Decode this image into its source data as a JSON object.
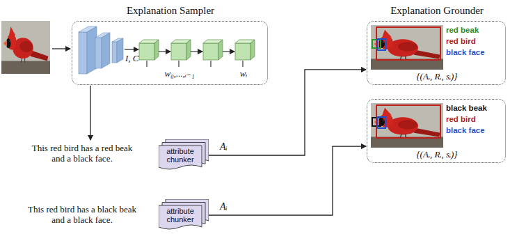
{
  "diagram": {
    "nodes": [
      {
        "text": [
          "Explanation Sampler",
          "I, C",
          "w₀,...,ᵢ₋₁",
          "wᵢ"
        ]
      },
      {
        "text": [
          "Explanation Grounder",
          "red beak",
          "red bird",
          "black face",
          "{(Aᵢ, Rᵢ, sᵢ)}"
        ]
      },
      {
        "text": [
          "black beak",
          "red bird",
          "black face",
          "{(Aᵢ, Rᵢ, sᵢ)}"
        ]
      },
      {
        "text": [
          "attribute chunker"
        ]
      },
      {
        "text": [
          "attribute chunker"
        ]
      }
    ],
    "edges": [
      {
        "from": 3,
        "to": 1,
        "arrow": "to",
        "label": "Aᵢ"
      },
      {
        "from": 4,
        "to": 2,
        "arrow": "to",
        "label": "Aᵢ"
      }
    ],
    "labels": [
      "This red bird has a red beak and a black face.",
      "This red bird has a black beak and a black face."
    ]
  }
}
